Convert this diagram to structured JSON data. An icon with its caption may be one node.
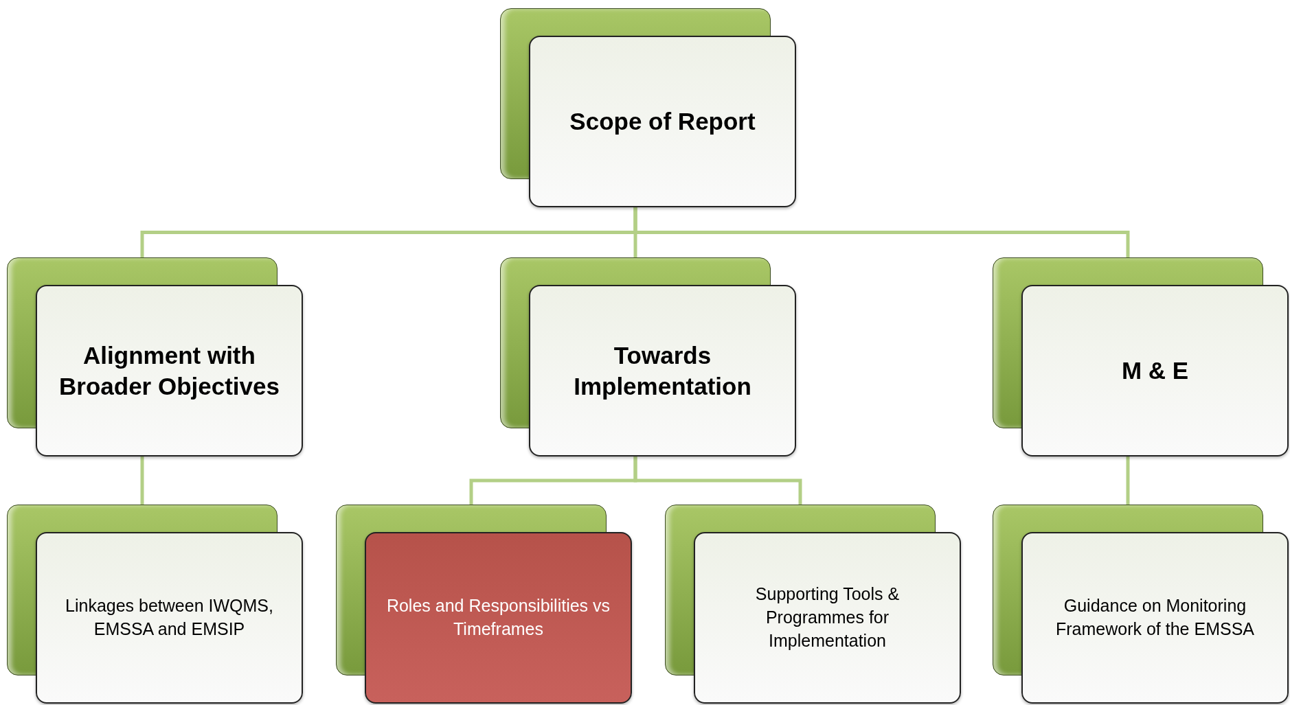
{
  "diagram": {
    "nodes": [
      {
        "text": [
          "Scope of Report"
        ]
      },
      {
        "text": [
          "Alignment with Broader Objectives"
        ]
      },
      {
        "text": [
          "Towards Implementation"
        ]
      },
      {
        "text": [
          "M & E"
        ]
      },
      {
        "text": [
          "Linkages between IWQMS, EMSSA and EMSIP"
        ]
      },
      {
        "text": [
          "Roles and Responsibilities vs Timeframes"
        ]
      },
      {
        "text": [
          "Supporting Tools & Programmes for Implementation"
        ]
      },
      {
        "text": [
          "Guidance on Monitoring Framework of the EMSSA"
        ]
      }
    ],
    "edges": [
      {
        "from": 0,
        "to": 1,
        "arrow": "none"
      },
      {
        "from": 0,
        "to": 2,
        "arrow": "none"
      },
      {
        "from": 0,
        "to": 3,
        "arrow": "none"
      },
      {
        "from": 1,
        "to": 4,
        "arrow": "none"
      },
      {
        "from": 2,
        "to": 5,
        "arrow": "none"
      },
      {
        "from": 2,
        "to": 6,
        "arrow": "none"
      },
      {
        "from": 3,
        "to": 7,
        "arrow": "none"
      }
    ]
  }
}
